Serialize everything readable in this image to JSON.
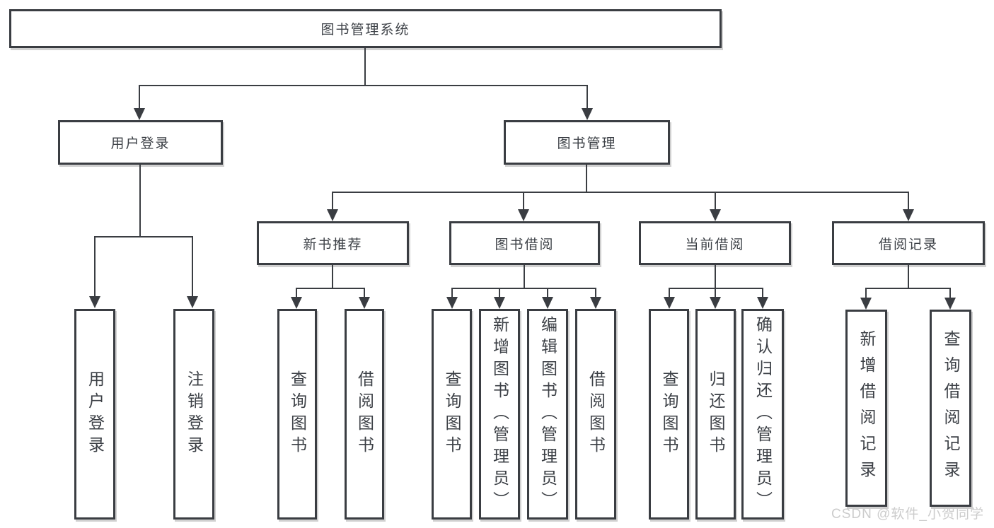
{
  "diagram": {
    "title": "图书管理系统",
    "root": {
      "id": "library-management-system",
      "label": "图书管理系统"
    },
    "level2": [
      {
        "id": "user-login",
        "label": "用户登录",
        "parent": "library-management-system"
      },
      {
        "id": "book-management",
        "label": "图书管理",
        "parent": "library-management-system"
      }
    ],
    "level3": [
      {
        "id": "new-book-recommend",
        "label": "新书推荐",
        "parent": "book-management"
      },
      {
        "id": "book-borrow",
        "label": "图书借阅",
        "parent": "book-management"
      },
      {
        "id": "current-borrow",
        "label": "当前借阅",
        "parent": "book-management"
      },
      {
        "id": "borrow-records",
        "label": "借阅记录",
        "parent": "book-management"
      }
    ],
    "leaves": [
      {
        "id": "leaf-user-login",
        "label": "用户登录",
        "parent": "user-login"
      },
      {
        "id": "leaf-logout",
        "label": "注销登录",
        "parent": "user-login"
      },
      {
        "id": "leaf-query-book-recommend",
        "label": "查询图书",
        "parent": "new-book-recommend"
      },
      {
        "id": "leaf-borrow-book-recommend",
        "label": "借阅图书",
        "parent": "new-book-recommend"
      },
      {
        "id": "leaf-query-book-borrow",
        "label": "查询图书",
        "parent": "book-borrow"
      },
      {
        "id": "leaf-add-book-admin",
        "label": "新增图书（管理员）",
        "parent": "book-borrow"
      },
      {
        "id": "leaf-edit-book-admin",
        "label": "编辑图书（管理员）",
        "parent": "book-borrow"
      },
      {
        "id": "leaf-borrow-book",
        "label": "借阅图书",
        "parent": "book-borrow"
      },
      {
        "id": "leaf-query-book-current",
        "label": "查询图书",
        "parent": "current-borrow"
      },
      {
        "id": "leaf-return-book",
        "label": "归还图书",
        "parent": "current-borrow"
      },
      {
        "id": "leaf-confirm-return-admin",
        "label": "确认归还（管理员）",
        "parent": "current-borrow"
      },
      {
        "id": "leaf-add-borrow-record",
        "label": "新增借阅记录",
        "parent": "borrow-records"
      },
      {
        "id": "leaf-query-borrow-record",
        "label": "查询借阅记录",
        "parent": "borrow-records"
      }
    ]
  },
  "watermark": {
    "text": "CSDN @软件_小贺同学"
  },
  "colors": {
    "line": "#3a3d42",
    "text": "#3c4046",
    "box_background": "#ffffff",
    "page_background": "#ffffff",
    "watermark": "#cccccc"
  }
}
